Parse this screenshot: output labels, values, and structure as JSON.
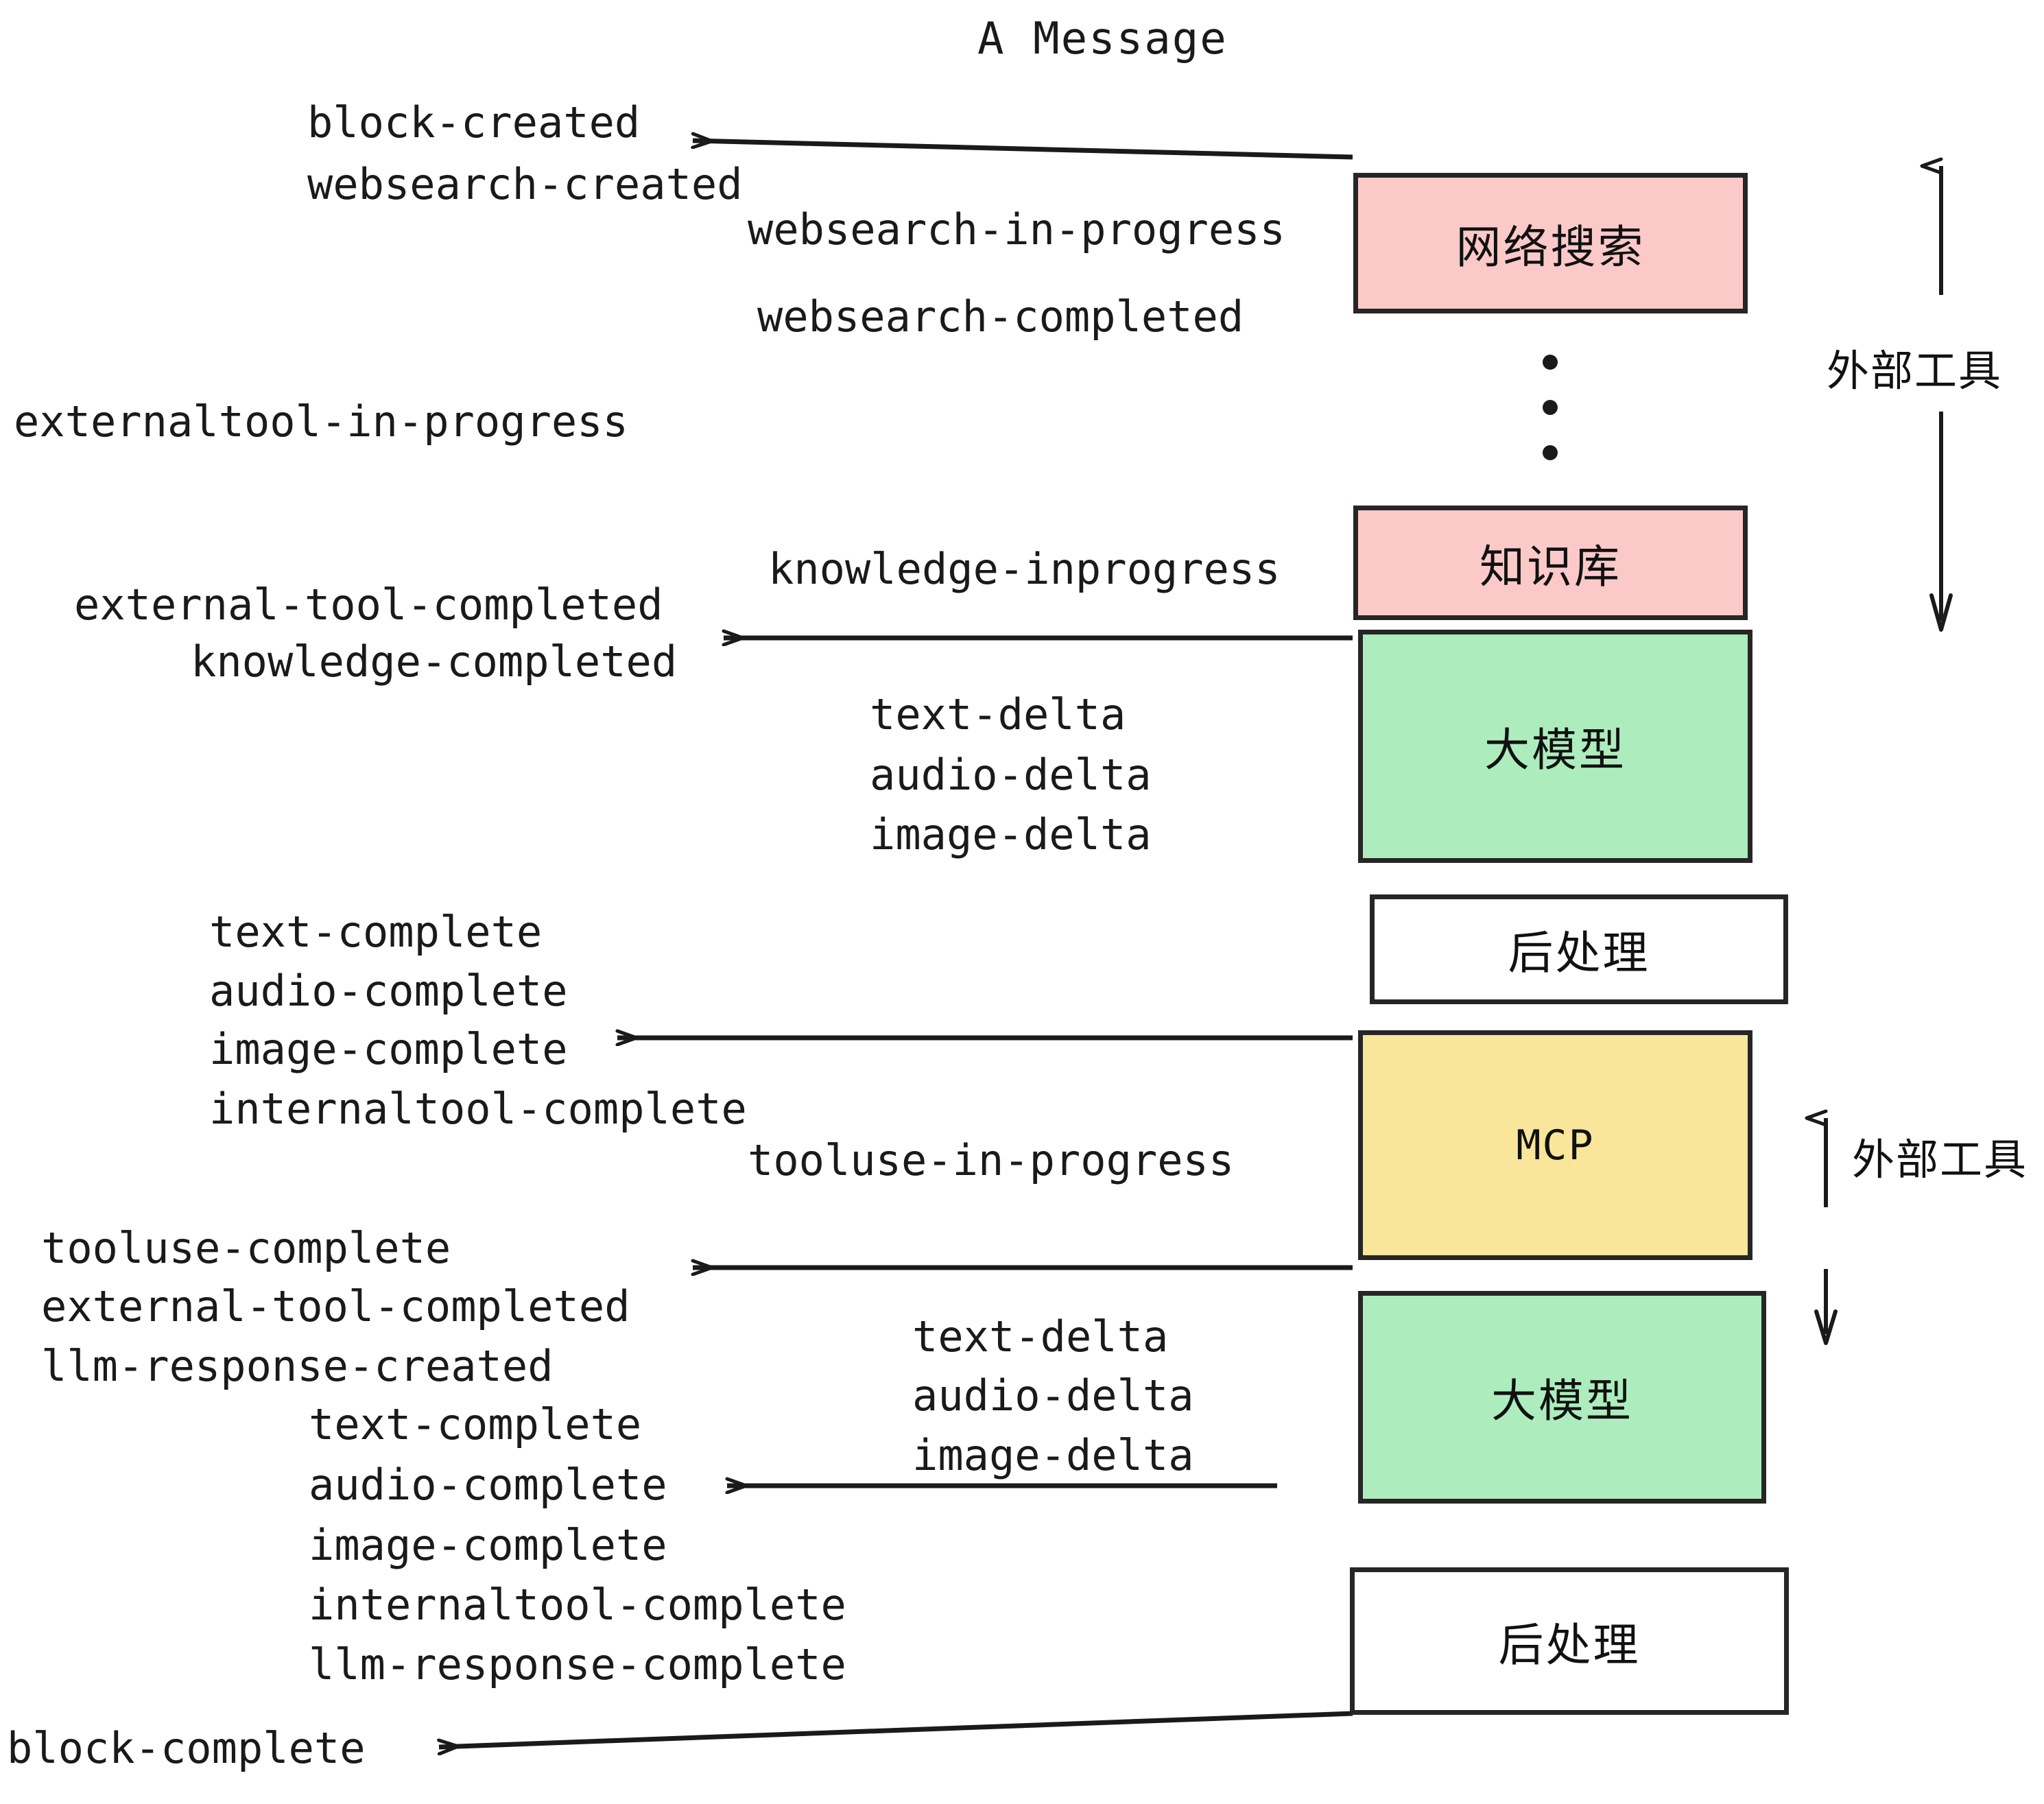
{
  "title": "A Message",
  "colors": {
    "pink": "#FCC9C9",
    "green": "#ADEDBD",
    "yellow": "#FAE69B",
    "white": "#FFFFFF",
    "stroke": "#262626",
    "text": "#1A1A1A"
  },
  "nodes": [
    {
      "id": "websearch",
      "label": "网络搜索",
      "fill": "#FCC9C9"
    },
    {
      "id": "knowledge",
      "label": "知识库",
      "fill": "#FCC9C9"
    },
    {
      "id": "llm-1",
      "label": "大模型",
      "fill": "#ADEDBD"
    },
    {
      "id": "postprocess-1",
      "label": "后处理",
      "fill": "#FFFFFF"
    },
    {
      "id": "mcp",
      "label": "MCP",
      "fill": "#FAE69B"
    },
    {
      "id": "llm-2",
      "label": "大模型",
      "fill": "#ADEDBD"
    },
    {
      "id": "postprocess-2",
      "label": "后处理",
      "fill": "#FFFFFF"
    }
  ],
  "group_labels": [
    {
      "id": "external-tools-top",
      "label": "外部工具"
    },
    {
      "id": "external-tools-bottom",
      "label": "外部工具"
    }
  ],
  "events": [
    {
      "id": "block-created",
      "text": "block-created"
    },
    {
      "id": "websearch-created",
      "text": "websearch-created"
    },
    {
      "id": "websearch-in-progress",
      "text": "websearch-in-progress"
    },
    {
      "id": "websearch-completed",
      "text": "websearch-completed"
    },
    {
      "id": "externaltool-in-progress",
      "text": "externaltool-in-progress"
    },
    {
      "id": "knowledge-inprogress",
      "text": "knowledge-inprogress"
    },
    {
      "id": "external-tool-completed-1",
      "text": "external-tool-completed"
    },
    {
      "id": "knowledge-completed",
      "text": "knowledge-completed"
    },
    {
      "id": "text-delta-1",
      "text": "text-delta"
    },
    {
      "id": "audio-delta-1",
      "text": "audio-delta"
    },
    {
      "id": "image-delta-1",
      "text": "image-delta"
    },
    {
      "id": "text-complete-1",
      "text": "text-complete"
    },
    {
      "id": "audio-complete-1",
      "text": "audio-complete"
    },
    {
      "id": "image-complete-1",
      "text": "image-complete"
    },
    {
      "id": "internaltool-complete-1",
      "text": "internaltool-complete"
    },
    {
      "id": "tooluse-in-progress",
      "text": "tooluse-in-progress"
    },
    {
      "id": "tooluse-complete",
      "text": "tooluse-complete"
    },
    {
      "id": "external-tool-completed-2",
      "text": "external-tool-completed"
    },
    {
      "id": "llm-response-created",
      "text": "llm-response-created"
    },
    {
      "id": "text-delta-2",
      "text": "text-delta"
    },
    {
      "id": "audio-delta-2",
      "text": "audio-delta"
    },
    {
      "id": "image-delta-2",
      "text": "image-delta"
    },
    {
      "id": "text-complete-2",
      "text": "text-complete"
    },
    {
      "id": "audio-complete-2",
      "text": "audio-complete"
    },
    {
      "id": "image-complete-2",
      "text": "image-complete"
    },
    {
      "id": "internaltool-complete-2",
      "text": "internaltool-complete"
    },
    {
      "id": "llm-response-complete",
      "text": "llm-response-complete"
    },
    {
      "id": "block-complete",
      "text": "block-complete"
    }
  ]
}
